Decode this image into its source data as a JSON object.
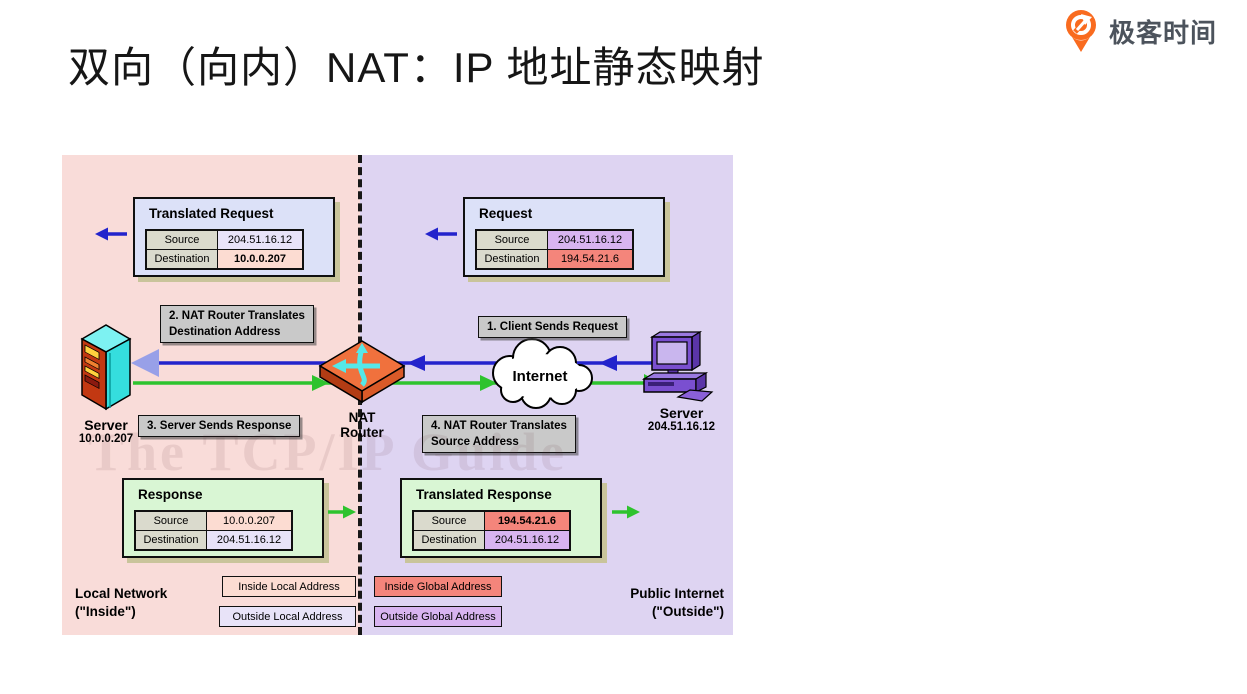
{
  "slide": {
    "title": "双向（向内）NAT：IP 地址静态映射"
  },
  "brand": {
    "name": "极客时间"
  },
  "colors": {
    "inside-bg": "#f9dcd9",
    "outside-bg": "#ded4f2",
    "packet-bg": "#dce1f8",
    "response-bg": "#d9f6d4",
    "inside-local": "#fcdcd2",
    "outside-local": "#e8e3f8",
    "inside-global": "#f4857b",
    "outside-global": "#d8b4f0",
    "request-blue": "#2323cc",
    "response-green": "#2ec32e",
    "label-gray": "#c9c9c9",
    "shadow-tan": "#c9c49b"
  },
  "diagram": {
    "watermark": "The TCP/IP Guide",
    "packets": {
      "translated_request": {
        "title": "Translated Request",
        "source_label": "Source",
        "source_value": "204.51.16.12",
        "dest_label": "Destination",
        "dest_value": "10.0.0.207"
      },
      "request": {
        "title": "Request",
        "source_label": "Source",
        "source_value": "204.51.16.12",
        "dest_label": "Destination",
        "dest_value": "194.54.21.6"
      },
      "response": {
        "title": "Response",
        "source_label": "Source",
        "source_value": "10.0.0.207",
        "dest_label": "Destination",
        "dest_value": "204.51.16.12"
      },
      "translated_response": {
        "title": "Translated Response",
        "source_label": "Source",
        "source_value": "194.54.21.6",
        "dest_label": "Destination",
        "dest_value": "204.51.16.12"
      }
    },
    "steps": {
      "s1": "1. Client Sends Request",
      "s2_line1": "2. NAT Router Translates",
      "s2_line2": "Destination Address",
      "s3": "3. Server Sends Response",
      "s4_line1": "4. NAT Router Translates",
      "s4_line2": "Source Address"
    },
    "nodes": {
      "server_inside": {
        "name": "Server",
        "address": "10.0.0.207"
      },
      "nat_router": {
        "line1": "NAT",
        "line2": "Router"
      },
      "internet": {
        "label": "Internet"
      },
      "server_outside": {
        "name": "Server",
        "address": "204.51.16.12"
      }
    },
    "legend": {
      "inside_local": "Inside Local Address",
      "outside_local": "Outside Local Address",
      "inside_global": "Inside Global Address",
      "outside_global": "Outside Global Address"
    },
    "regions": {
      "inside_line1": "Local Network",
      "inside_line2": "(\"Inside\")",
      "outside_line1": "Public Internet",
      "outside_line2": "(\"Outside\")"
    }
  }
}
